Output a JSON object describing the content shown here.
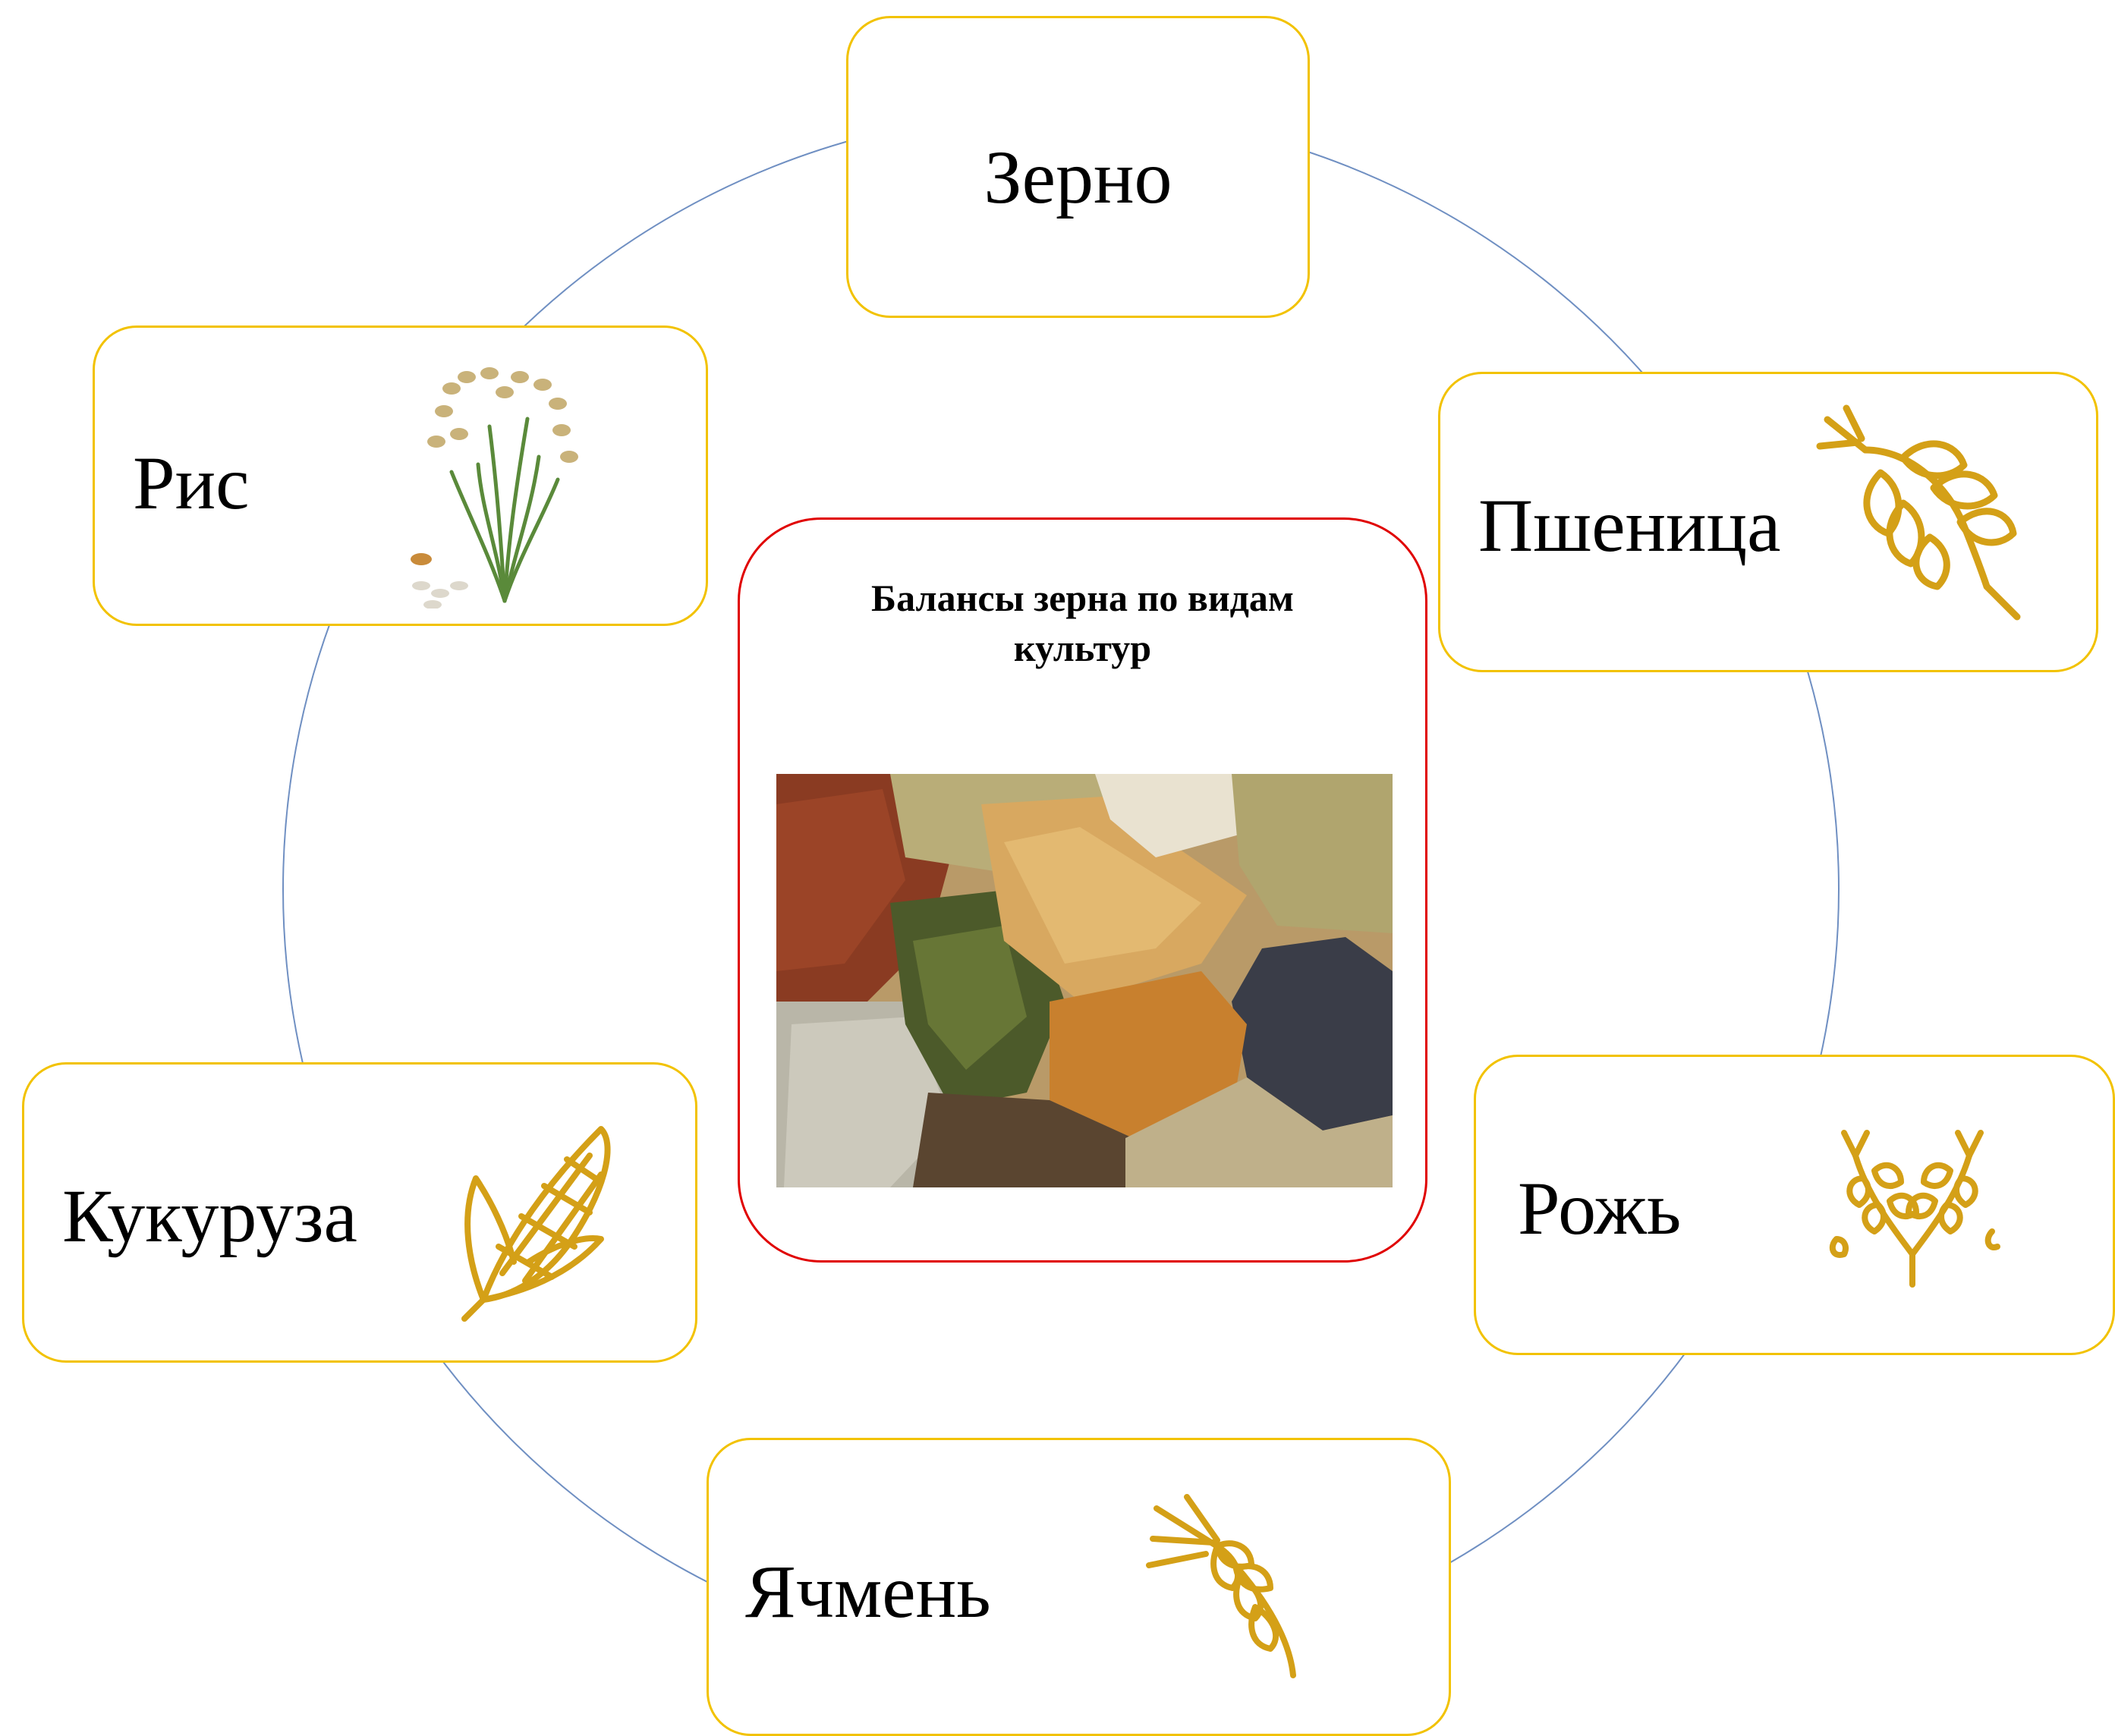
{
  "center": {
    "title_line1": "Балансы зерна по видам",
    "title_line2": "культур",
    "image": "mixed-grains-photo"
  },
  "nodes": [
    {
      "label": "Зерно",
      "icon": null
    },
    {
      "label": "Пшеница",
      "icon": "wheat-ear-icon"
    },
    {
      "label": "Рожь",
      "icon": "rye-spikes-icon"
    },
    {
      "label": "Ячмень",
      "icon": "barley-ear-icon"
    },
    {
      "label": "Кукуруза",
      "icon": "corn-cob-icon"
    },
    {
      "label": "Рис",
      "icon": "rice-plant-illustration"
    }
  ],
  "colors": {
    "card_border": "#f2c200",
    "center_border": "#e00000",
    "ring": "#5b7fb5",
    "icon": "#d4a017"
  }
}
